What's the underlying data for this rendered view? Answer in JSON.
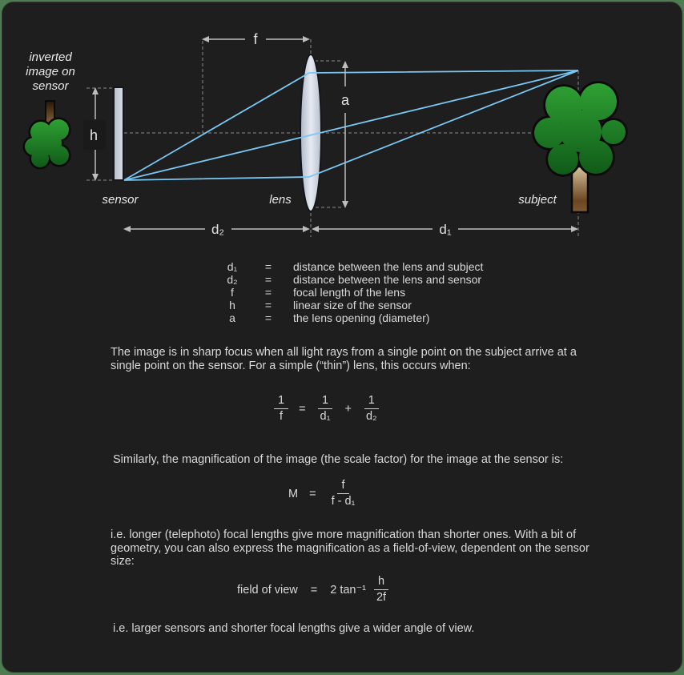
{
  "colors": {
    "page_background": "#4d7c50",
    "panel_background": "#1e1e1e",
    "text": "#d8d8d8",
    "ray_blue": "#79c7f2",
    "dashed_gray": "#8a8a8a",
    "dimension_gray": "#bdbdbd",
    "lens_fill": "#ccd3e0",
    "tree_green_light": "#2fa133",
    "tree_green_dark": "#0f5718",
    "trunk_light": "#d2bd97",
    "trunk_dark": "#5f3d1c"
  },
  "diagram": {
    "inverted_caption": {
      "line1": "inverted",
      "line2": "image on",
      "line3": "sensor"
    },
    "part_labels": {
      "sensor": "sensor",
      "lens": "lens",
      "subject": "subject"
    },
    "dimensions": {
      "f": "f",
      "h": "h",
      "a": "a",
      "d1": "d₁",
      "d2": "d₂"
    }
  },
  "legend": {
    "rows": [
      {
        "symbol": "d₁",
        "eq": "=",
        "description": "distance between the lens and subject"
      },
      {
        "symbol": "d₂",
        "eq": "=",
        "description": "distance between the lens and sensor"
      },
      {
        "symbol": "f",
        "eq": "=",
        "description": "focal length of the lens"
      },
      {
        "symbol": "h",
        "eq": "=",
        "description": "linear size of the sensor"
      },
      {
        "symbol": "a",
        "eq": "=",
        "description": "the lens opening (diameter)"
      }
    ]
  },
  "paragraphs": {
    "focus": {
      "line1": "The image is in sharp focus when all light rays from a single point on the subject arrive at a",
      "line2": "single point on the sensor. For a simple (“thin”) lens, this occurs when:"
    },
    "magnification_intro": "Similarly, the magnification of the image (the scale factor) for the image at the sensor is:",
    "telephoto": {
      "line1": "i.e. longer (telephoto) focal lengths give more magnification than shorter ones. With a bit of",
      "line2": "geometry, you can also express the magnification as a field-of-view, dependent on the sensor",
      "line3": "size:"
    },
    "wider_angle": "i.e. larger sensors and shorter focal lengths give a wider angle of view."
  },
  "formulas": {
    "thin_lens": {
      "f1_num": "1",
      "f1_den": "f",
      "equals": "=",
      "f2_num": "1",
      "f2_den": "d₁",
      "plus": "+",
      "f3_num": "1",
      "f3_den": "d₂"
    },
    "magnification": {
      "lhs": "M",
      "equals": "=",
      "num": "f",
      "den": "f - d₁"
    },
    "field_of_view": {
      "lhs": "field of view",
      "equals": "=",
      "coefficient": "2 tan⁻¹",
      "num": "h",
      "den": "2f"
    }
  }
}
